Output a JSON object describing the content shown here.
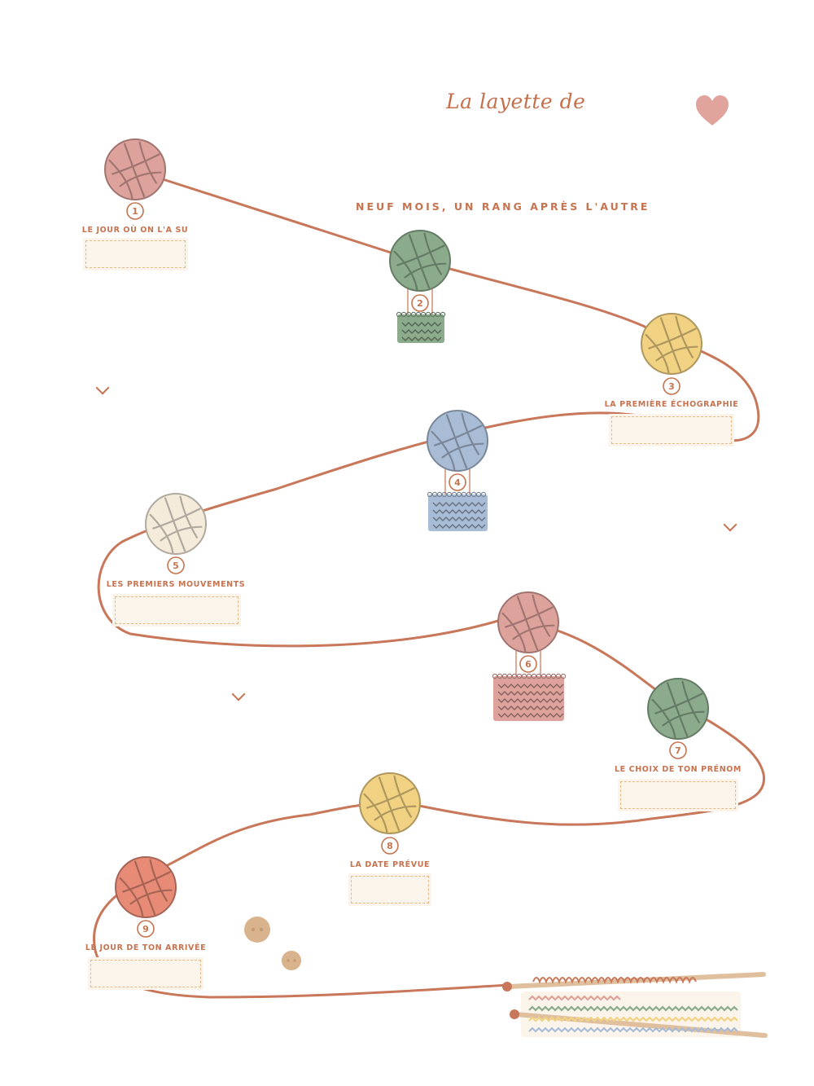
{
  "header": {
    "title": "La layette de",
    "subtitle": "NEUF MOIS, UN RANG APRÈS L'AUTRE",
    "heart_icon": "heart-icon"
  },
  "milestones": [
    {
      "number": "1",
      "label": "LE JOUR OÙ ON L'A SU",
      "color": "#dea29c"
    },
    {
      "number": "2",
      "label": "",
      "color": "#8bab8c"
    },
    {
      "number": "3",
      "label": "LA PREMIÈRE ÉCHOGRAPHIE",
      "color": "#f1d283"
    },
    {
      "number": "4",
      "label": "",
      "color": "#a8bcd5"
    },
    {
      "number": "5",
      "label": "LES PREMIERS MOUVEMENTS",
      "color": "#f4ebdb"
    },
    {
      "number": "6",
      "label": "",
      "color": "#dea29c"
    },
    {
      "number": "7",
      "label": "LE CHOIX DE TON PRÉNOM",
      "color": "#8bab8c"
    },
    {
      "number": "8",
      "label": "LA DATE PRÉVUE",
      "color": "#f1d283"
    },
    {
      "number": "9",
      "label": "LE JOUR DE TON ARRIVÉE",
      "color": "#e78b76"
    }
  ],
  "colors": {
    "yarn": "#c8775a",
    "accent": "#c6734f",
    "heart": "#e0a49c",
    "field_bg": "#fbf4ea",
    "field_border": "#e7b988",
    "button": "#d9b38d"
  }
}
